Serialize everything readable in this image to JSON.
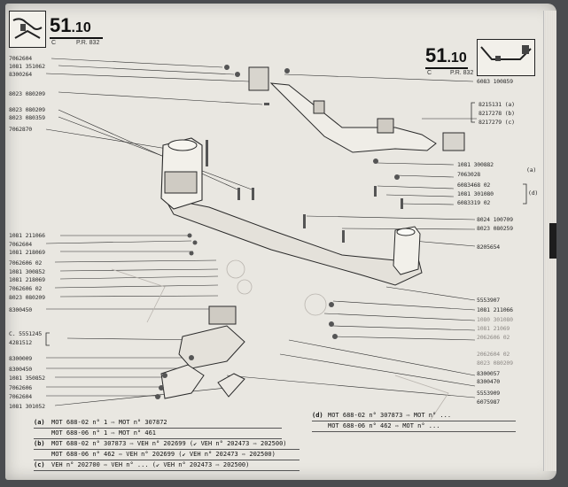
{
  "left_header": {
    "plate": "51",
    "suffix": ".10",
    "code_c": "C",
    "code_pr": "P.R. 832"
  },
  "right_header": {
    "plate": "51",
    "suffix": ".10",
    "code_c": "C",
    "code_pr": "P.R. 832"
  },
  "left_labels": [
    "7062604",
    "1081 351062",
    "8300264",
    "8023 080209",
    "8023 080209",
    "8023 080359",
    "7062870",
    "1081 211066",
    "7062604",
    "1081 218069",
    "7062606 02",
    "1081 300852",
    "1081 218069",
    "7062606 02",
    "8023 080209",
    "8300450",
    "C. 5551245",
    "4281512",
    "8300009",
    "8300450",
    "1081 350852",
    "7062606",
    "7062604",
    "1081 301052"
  ],
  "right_labels": [
    "6083 100859",
    "8215131 (a)",
    "8217278 (b)",
    "8217279 (c)",
    "1081 300882",
    "7063028",
    "6083468 02",
    "1081 301080",
    "6083319 02",
    "8024 100709",
    "8023 080259",
    "8205654",
    "5553907",
    "1081 211066",
    "1080 301080",
    "1081 21069",
    "2062606 02",
    "8300057",
    "8300470",
    "5553909",
    "6075987"
  ],
  "right_faded_labels": [
    "2062604 02",
    "8023 080209"
  ],
  "bracket_tags": {
    "a": "(a)",
    "d": "(d)"
  },
  "notes_left": [
    {
      "tag": "(a)",
      "text": "MOT 688-02 n° 1 ⇨ MOT n° 307872"
    },
    {
      "tag": "",
      "text": "MOT 688-06 n° 1 ⇨ MOT n° 461"
    },
    {
      "tag": "(b)",
      "text": "MOT 688-02 n° 307873 ⇨ VEH n° 202699 (↙ VEH n° 202473 ⇨ 202500)"
    },
    {
      "tag": "",
      "text": "MOT 688-06 n° 462 ⇨ VEH n° 202699 (↙ VEH n° 202473 ⇨ 202500)"
    },
    {
      "tag": "(c)",
      "text": "VEH n° 202700 ⇨ VEH n° ... (↙ VEH n° 202473 ⇨ 202500)"
    }
  ],
  "notes_right": [
    {
      "tag": "(d)",
      "text": "MOT 688-02 n° 307873 ⇨ MOT n° ..."
    },
    {
      "tag": "",
      "text": "MOT 688-06 n° 462 ⇨ MOT n° ..."
    }
  ],
  "colors": {
    "paper": "#e9e7e1",
    "ink": "#2a2a2a",
    "faded_ink": "#8e8a86",
    "background": "#4a4c4f"
  }
}
